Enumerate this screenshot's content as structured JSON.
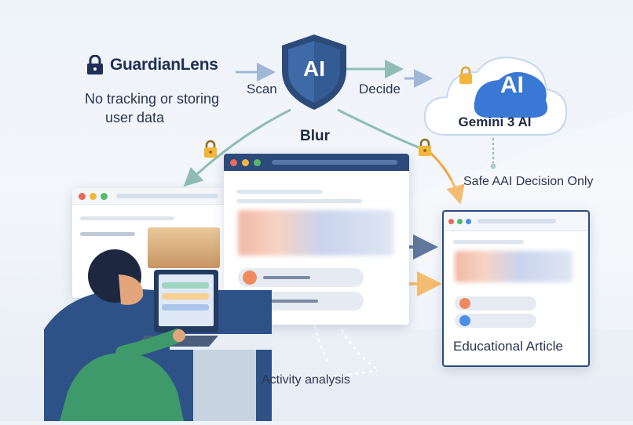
{
  "brand": {
    "name": "GuardianLens",
    "logo_icon": "lock-icon"
  },
  "tagline": {
    "line1": "No tracking or storing",
    "line2": "user data"
  },
  "center_badge": {
    "text": "AI",
    "icon": "shield-icon"
  },
  "steps": {
    "scan": "Scan",
    "decide": "Decide",
    "blur": "Blur"
  },
  "cloud": {
    "badge": "AI",
    "title": "Gemini 3 AI",
    "icon": "cloud-icon"
  },
  "safe_decision": "Safe AAI Decision Only",
  "output_window": {
    "label": "Educational Article"
  },
  "activity": "Activity analysis",
  "colors": {
    "navy": "#2c4a7a",
    "accent_orange": "#f0a640",
    "teal_arrow": "#8fc1b8",
    "blur_warm": "#f2b8a6"
  }
}
